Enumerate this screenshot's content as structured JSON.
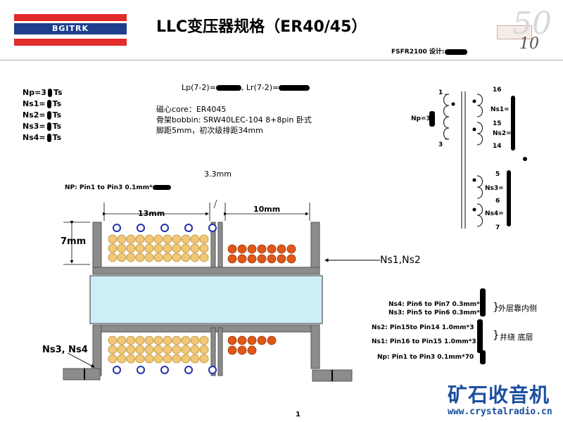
{
  "header": {
    "logo_text": "BGITRK",
    "title": "LLC变压器规格（ER40/45）",
    "subtitle": "FSFR2100 设计:",
    "corner_number": "10",
    "corner_faded": "50"
  },
  "turns": {
    "np": "Np=3",
    "ns1": "Ns1=",
    "ns2": "Ns2=",
    "ns3": "Ns3=",
    "ns4": "Ns4=",
    "suffix": "Ts"
  },
  "core": {
    "lp": "Lp(7-2)=",
    "lr": ", Lr(7-2)=",
    "core_line": "磁心core：ER4045",
    "bobbin_line": "骨架bobbin: SRW40LEC-104  8+8pin  卧式",
    "pitch_line": "脚距5mm，初次级排距34mm"
  },
  "schematic": {
    "pin1": "1",
    "pin3": "3",
    "pin16": "16",
    "pin15": "15",
    "pin14": "14",
    "pin5": "5",
    "pin6": "6",
    "pin7": "7",
    "np_label": "Np=3",
    "ns1_label": "Ns1=",
    "ns2_label": "Ns2=",
    "ns3_label": "Ns3=",
    "ns4_label": "Ns4="
  },
  "cross_section": {
    "gap_label": "3.3mm",
    "np_spec": "NP: Pin1 to Pin3    0.1mm*",
    "width_primary": "13mm",
    "width_secondary": "10mm",
    "height": "7mm",
    "ns12_label": "Ns1,Ns2",
    "ns34_label": "Ns3, Ns4"
  },
  "winding_specs": {
    "ns4": "Ns4: Pin6 to Pin7   0.3mm*",
    "ns3": "Ns3: Pin5 to Pin6   0.3mm*",
    "outer_note": "外层靠内侧",
    "ns2": "Ns2: Pin15to Pin14   1.0mm*3",
    "ns1": "Ns1: Pin16 to Pin15   1.0mm*3",
    "parallel_note": "并绕 底层",
    "np": "Np: Pin1 to Pin3   0.1mm*70"
  },
  "footer": {
    "page_number": "1",
    "brand": "矿石收音机",
    "url": "www.crystalradio.cn"
  },
  "colors": {
    "brand_red": "#e32b2b",
    "brand_blue": "#1e3f8c",
    "core_fill": "#cdeef7",
    "bobbin_gray": "#8c8c8c",
    "primary_wire": "#f0c878",
    "secondary_wire": "#e05818",
    "footer_blue": "#1b4fa0"
  }
}
